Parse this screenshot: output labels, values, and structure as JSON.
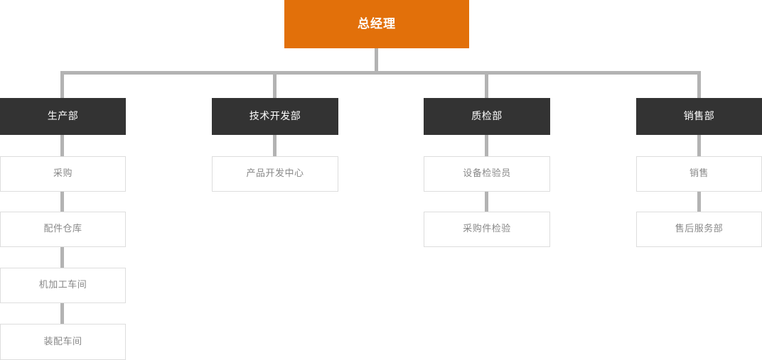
{
  "chart_meta": {
    "type": "org-chart",
    "title_node": "总经理",
    "background_color": "#ffffff",
    "root_color": "#e2700a",
    "department_color": "#333333",
    "sub_node_color": "#ffffff",
    "sub_node_border_color": "#dddddd",
    "connector_color": "#b3b3b3",
    "root_text_color": "#ffffff",
    "department_text_color": "#ffffff",
    "sub_node_text_color": "#888888"
  },
  "root": {
    "label": "总经理"
  },
  "columns": [
    {
      "department": "生产部",
      "children": [
        {
          "label": "采购"
        },
        {
          "label": "配件仓库"
        },
        {
          "label": "机加工车间"
        },
        {
          "label": "装配车间"
        }
      ]
    },
    {
      "department": "技术开发部",
      "children": [
        {
          "label": "产品开发中心"
        }
      ]
    },
    {
      "department": "质检部",
      "children": [
        {
          "label": "设备检验员"
        },
        {
          "label": "采购件检验"
        }
      ]
    },
    {
      "department": "销售部",
      "children": [
        {
          "label": "销售"
        },
        {
          "label": "售后服务部"
        }
      ]
    }
  ]
}
